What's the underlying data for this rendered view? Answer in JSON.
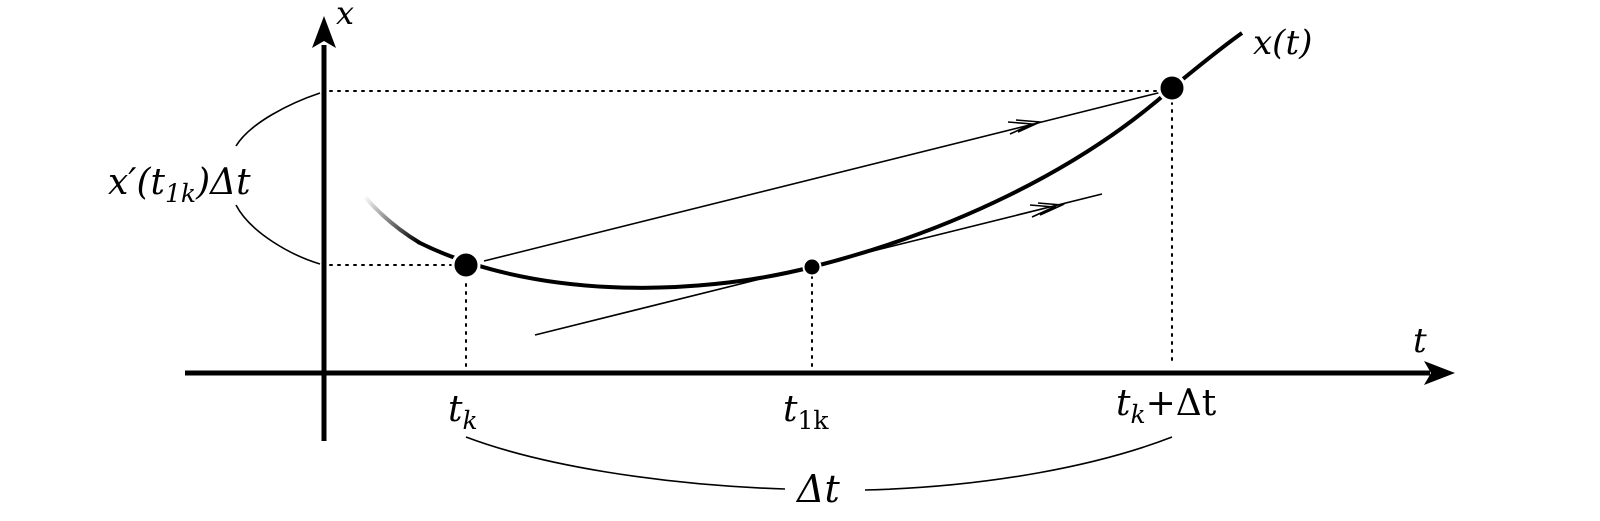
{
  "diagram": {
    "axes": {
      "vertical_label": "x",
      "horizontal_label": "t"
    },
    "curve_label": "x(t)",
    "tick_labels": {
      "t_k": {
        "base": "t",
        "sub": "k"
      },
      "t_1k": {
        "base": "t",
        "sub": "1k"
      },
      "t_k_plus_dt": {
        "base": "t",
        "sub": "k",
        "rest": "+Δt"
      }
    },
    "increment_labels": {
      "vertical": {
        "pre": "x′(t",
        "sub": "1k",
        "post": ")Δt"
      },
      "horizontal": "Δt"
    },
    "colors": {
      "ink": "#000000",
      "background": "#ffffff"
    }
  }
}
